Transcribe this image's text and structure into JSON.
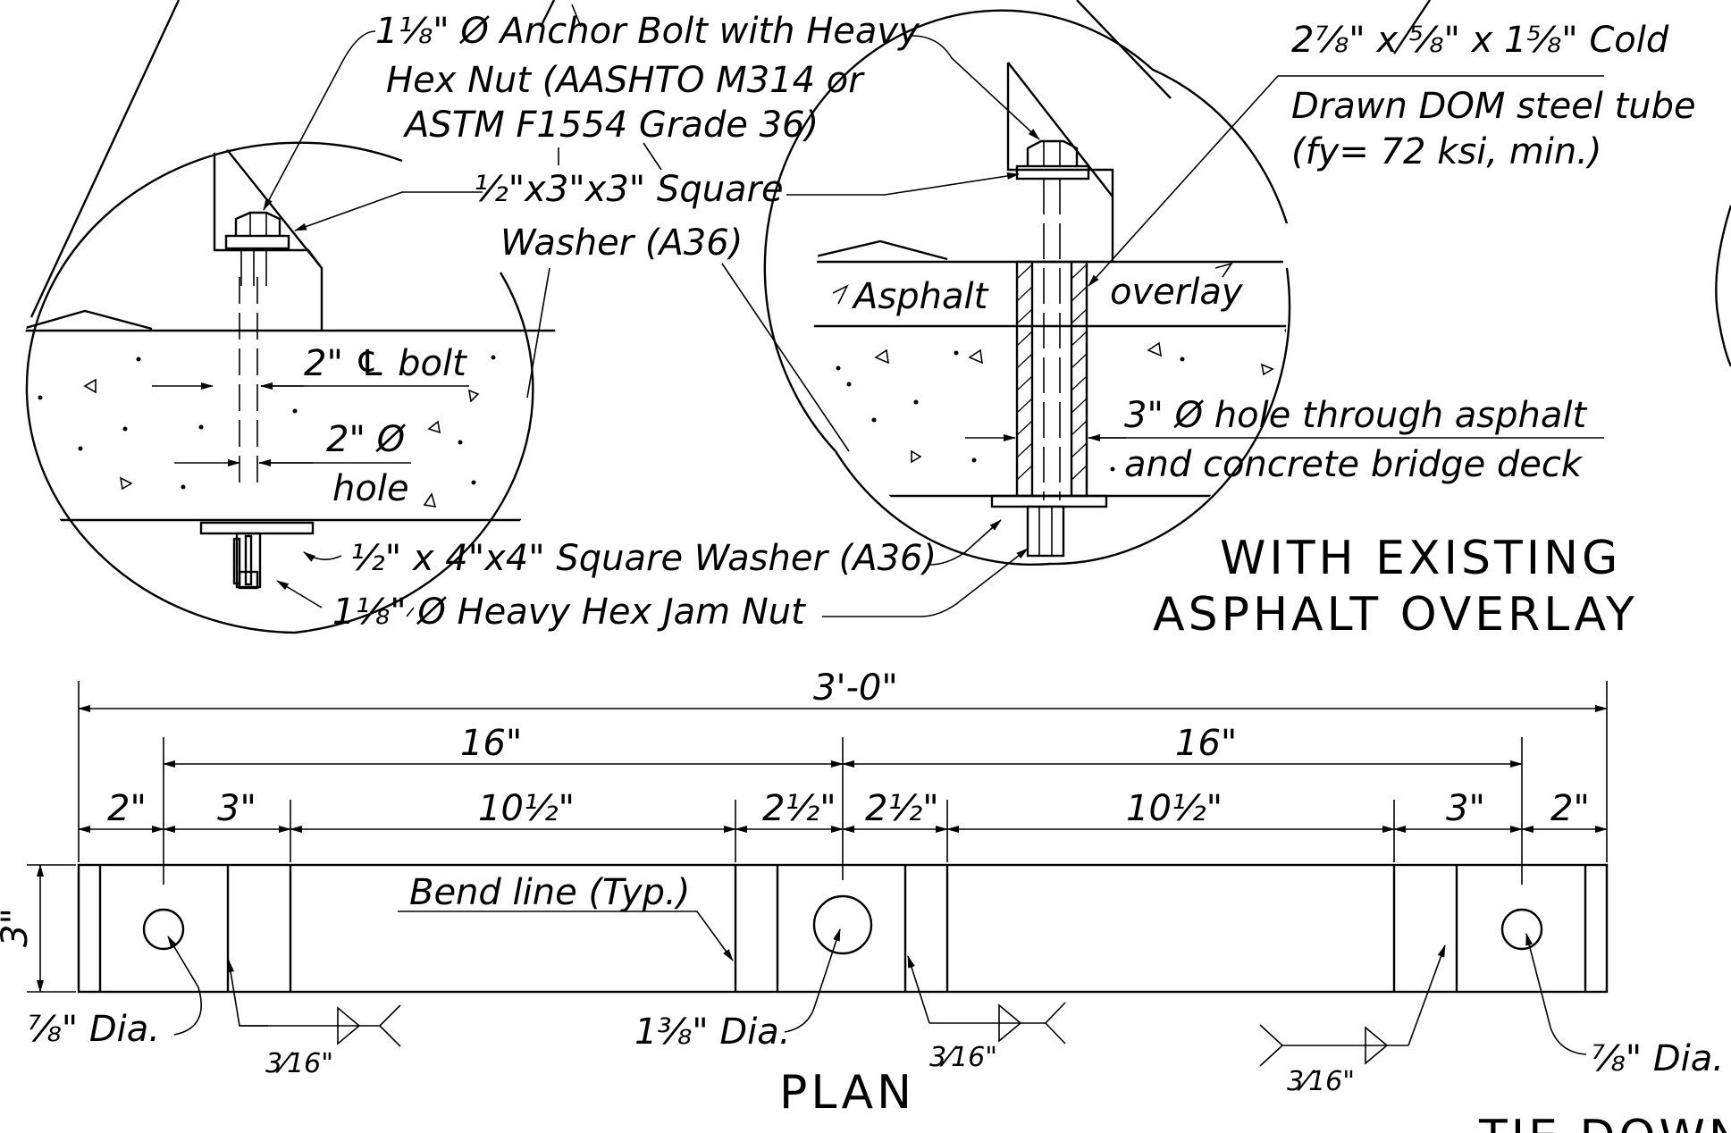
{
  "detail_left": {
    "anchor_bolt_line1": "1⅛\" Ø Anchor Bolt with Heavy",
    "anchor_bolt_line2": "Hex Nut (AASHTO M314 or",
    "anchor_bolt_line3": "ASTM F1554 Grade 36)",
    "top_washer_line1": "½\"x3\"x3\" Square",
    "top_washer_line2": "Washer (A36)",
    "bolt_spacing": "2\" ℄ bolt",
    "hole_line1": "2\" Ø",
    "hole_line2": "hole",
    "bottom_washer": "½\" x 4\"x4\" Square Washer (A36)",
    "jam_nut": "1⅛\" Ø Heavy Hex Jam Nut"
  },
  "detail_right": {
    "tube_line1": "2⅞\" x ⅝\" x 1⅝\" Cold",
    "tube_line2": "Drawn DOM steel tube",
    "tube_line3": "(fy= 72 ksi, min.)",
    "asphalt_label": "Asphalt",
    "overlay_label": "overlay",
    "hole_line1": "3\" Ø hole through asphalt",
    "hole_line2": "and concrete bridge deck",
    "title_line1": "WITH EXISTING",
    "title_line2": "ASPHALT OVERLAY"
  },
  "plan": {
    "overall_length": "3'-0\"",
    "left_spacing": "16\"",
    "right_spacing": "16\"",
    "dims": [
      "2\"",
      "3\"",
      "10½\"",
      "2½\"",
      "2½\"",
      "10½\"",
      "3\"",
      "2\""
    ],
    "height": "3\"",
    "bend_line": "Bend line (Typ.)",
    "left_hole": "⅞\" Dia.",
    "center_hole": "1⅜\" Dia.",
    "right_hole": "⅞\" Dia.",
    "weld_size": "3⁄16\"",
    "title": "PLAN",
    "partial_title": "TIE DOWN"
  }
}
